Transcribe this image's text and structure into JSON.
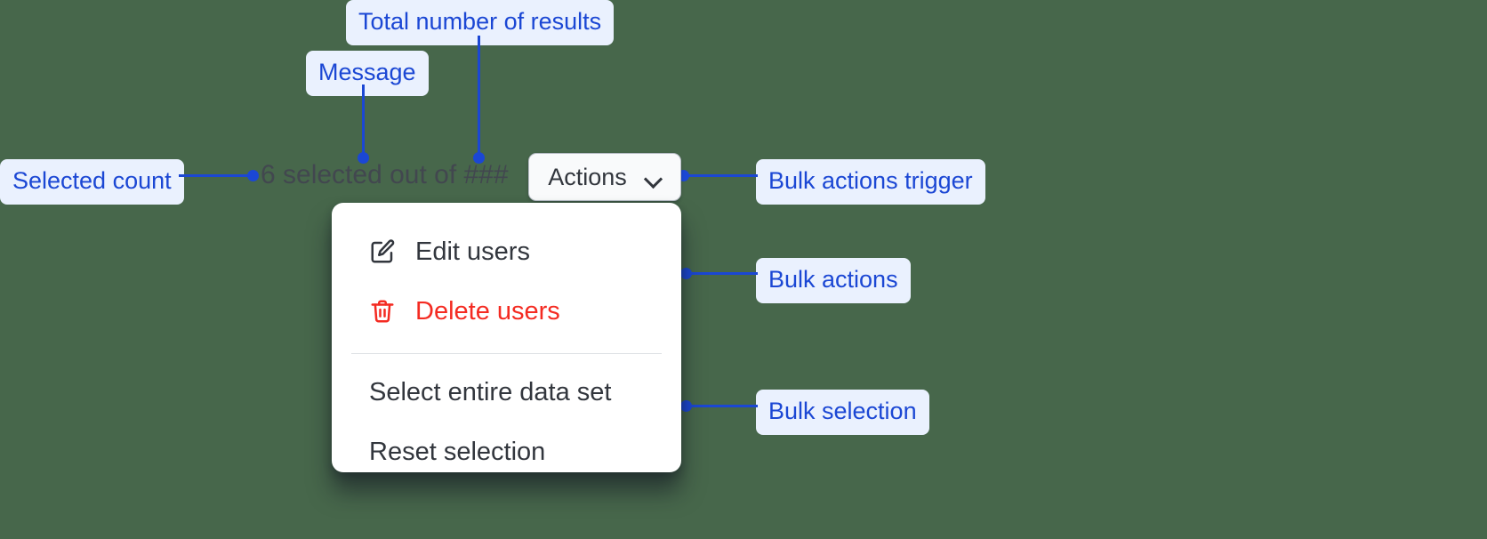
{
  "canvas": {
    "background": "#47674b",
    "accent": "#1b47d4",
    "callout_bg": "#eaf1fe",
    "danger": "#f42b22"
  },
  "bulk_actions_bar": {
    "selected_count": "6",
    "total_results": "###",
    "message": "6 selected out of ###",
    "trigger": {
      "label": "Actions",
      "chevron_icon": "chevron-down-icon"
    }
  },
  "dropdown_menu": {
    "groups": [
      {
        "name": "bulk-actions",
        "items": [
          {
            "label": "Edit users",
            "icon": "pencil-square-icon",
            "tone": "default"
          },
          {
            "label": "Delete users",
            "icon": "trash-icon",
            "tone": "danger"
          }
        ]
      },
      {
        "name": "bulk-selection",
        "items": [
          {
            "label": "Select entire data set",
            "icon": "",
            "tone": "default"
          },
          {
            "label": "Reset selection",
            "icon": "",
            "tone": "default"
          }
        ]
      }
    ]
  },
  "annotations": [
    {
      "id": "total-number-of-results",
      "label": "Total number of results"
    },
    {
      "id": "message",
      "label": "Message"
    },
    {
      "id": "selected-count",
      "label": "Selected count"
    },
    {
      "id": "bulk-actions-trigger",
      "label": "Bulk actions trigger"
    },
    {
      "id": "bulk-actions",
      "label": "Bulk actions"
    },
    {
      "id": "bulk-selection",
      "label": "Bulk selection"
    }
  ]
}
